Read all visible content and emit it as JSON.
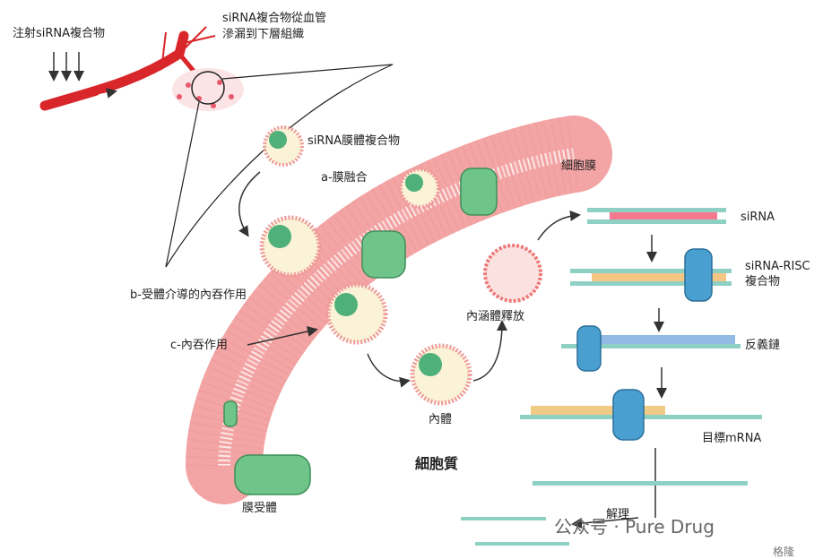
{
  "labels": {
    "injection": "注射siRNA複合物",
    "leak_line1": "siRNA複合物從血管",
    "leak_line2": "滲漏到下層組織",
    "liposome": "siRNA膜體複合物",
    "fusion": "a-膜融合",
    "cell_membrane": "細胞膜",
    "receptor_endocytosis": "b-受體介導的內吞作用",
    "endocytosis": "c-內吞作用",
    "endosome_release": "內涵體釋放",
    "endosome": "內體",
    "cytoplasm": "細胞質",
    "receptor": "膜受體",
    "sirna": "siRNA",
    "risc_line1": "siRNA-RISC",
    "risc_line2": "複合物",
    "antisense": "反義鏈",
    "target_mrna": "目標mRNA",
    "cleavage": "解理"
  },
  "watermark": {
    "text": "公众号 · Pure Drug",
    "corner": "格隆"
  },
  "colors": {
    "vessel": "#d8262a",
    "membrane": "#f3a4a4",
    "membrane_dark": "#e88a8a",
    "receptor": "#6fc48a",
    "risc": "#4a9fd1",
    "strand": "#8fd0c4",
    "arrow": "#333333"
  }
}
